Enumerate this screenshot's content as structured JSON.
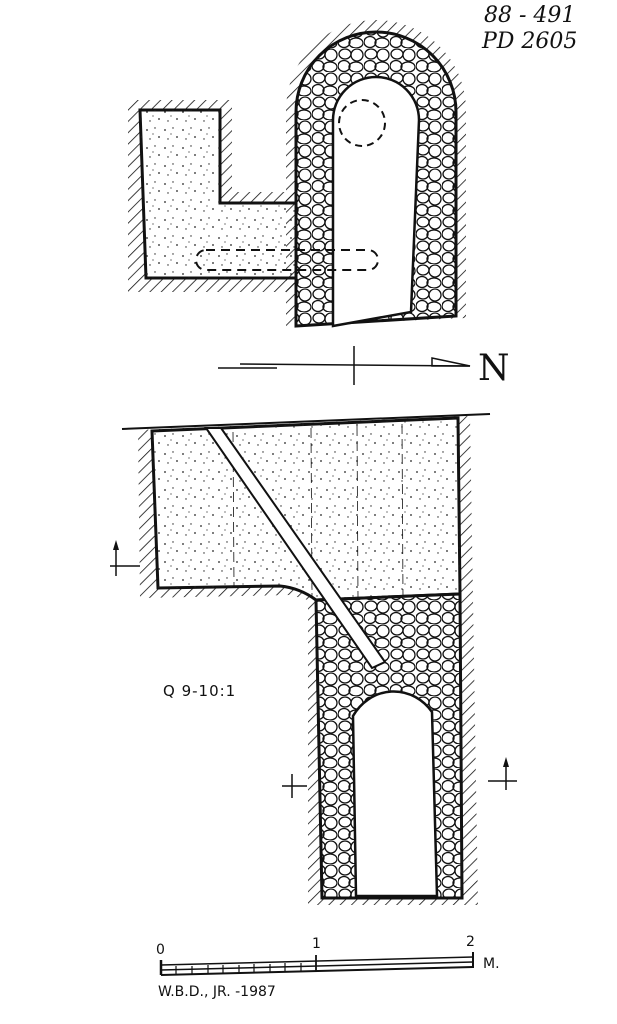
{
  "header": {
    "catalog_number": "88 - 491",
    "drawing_number": "PD 2605"
  },
  "plan_view": {
    "north_arrow_label": "N"
  },
  "section_view": {
    "label": "Q 9-10:1"
  },
  "scale_bar": {
    "tick_0": "0",
    "tick_1": "1",
    "tick_2": "2",
    "unit": "M."
  },
  "credit": "W.B.D., JR. -1987",
  "colors": {
    "ink": "#111111",
    "paper": "#ffffff"
  }
}
